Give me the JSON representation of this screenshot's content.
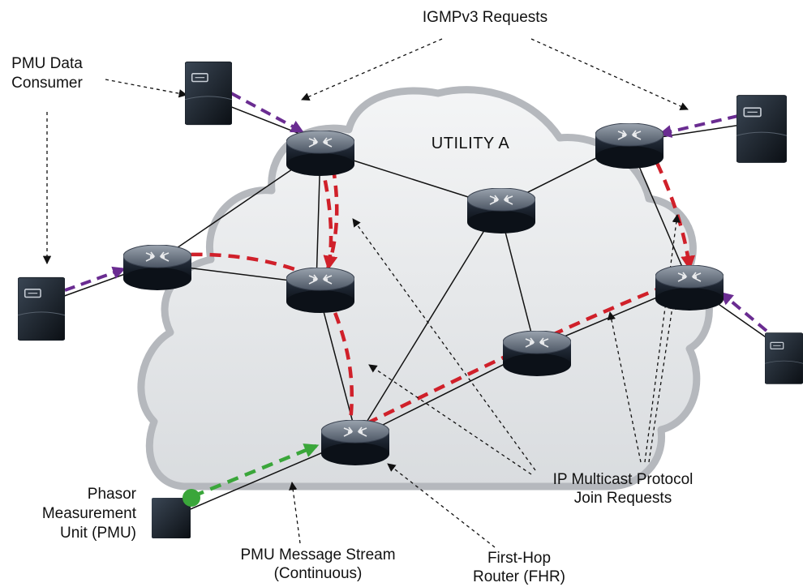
{
  "labels": {
    "igmp": "IGMPv3 Requests",
    "pmu_consumer_l1": "PMU Data",
    "pmu_consumer_l2": "Consumer",
    "utility": "UTILITY A",
    "phasor_l1": "Phasor",
    "phasor_l2": "Measurement",
    "phasor_l3": "Unit (PMU)",
    "stream_l1": "PMU Message Stream",
    "stream_l2": "(Continuous)",
    "fhr_l1": "First-Hop",
    "fhr_l2": "Router (FHR)",
    "join_l1": "IP Multicast Protocol",
    "join_l2": "Join Requests"
  },
  "icons": {
    "router": "router-icon",
    "server": "server-icon",
    "pmu": "pmu-device-icon",
    "cloud": "cloud-icon"
  },
  "colors": {
    "multicast_stream": "#d0202a",
    "igmp_request": "#6a2c91",
    "pmu_stream": "#3aa63a",
    "cloud_fill": "#e6e8eb",
    "cloud_stroke": "#b5b8bd",
    "router_body": "#1f2a3a"
  }
}
